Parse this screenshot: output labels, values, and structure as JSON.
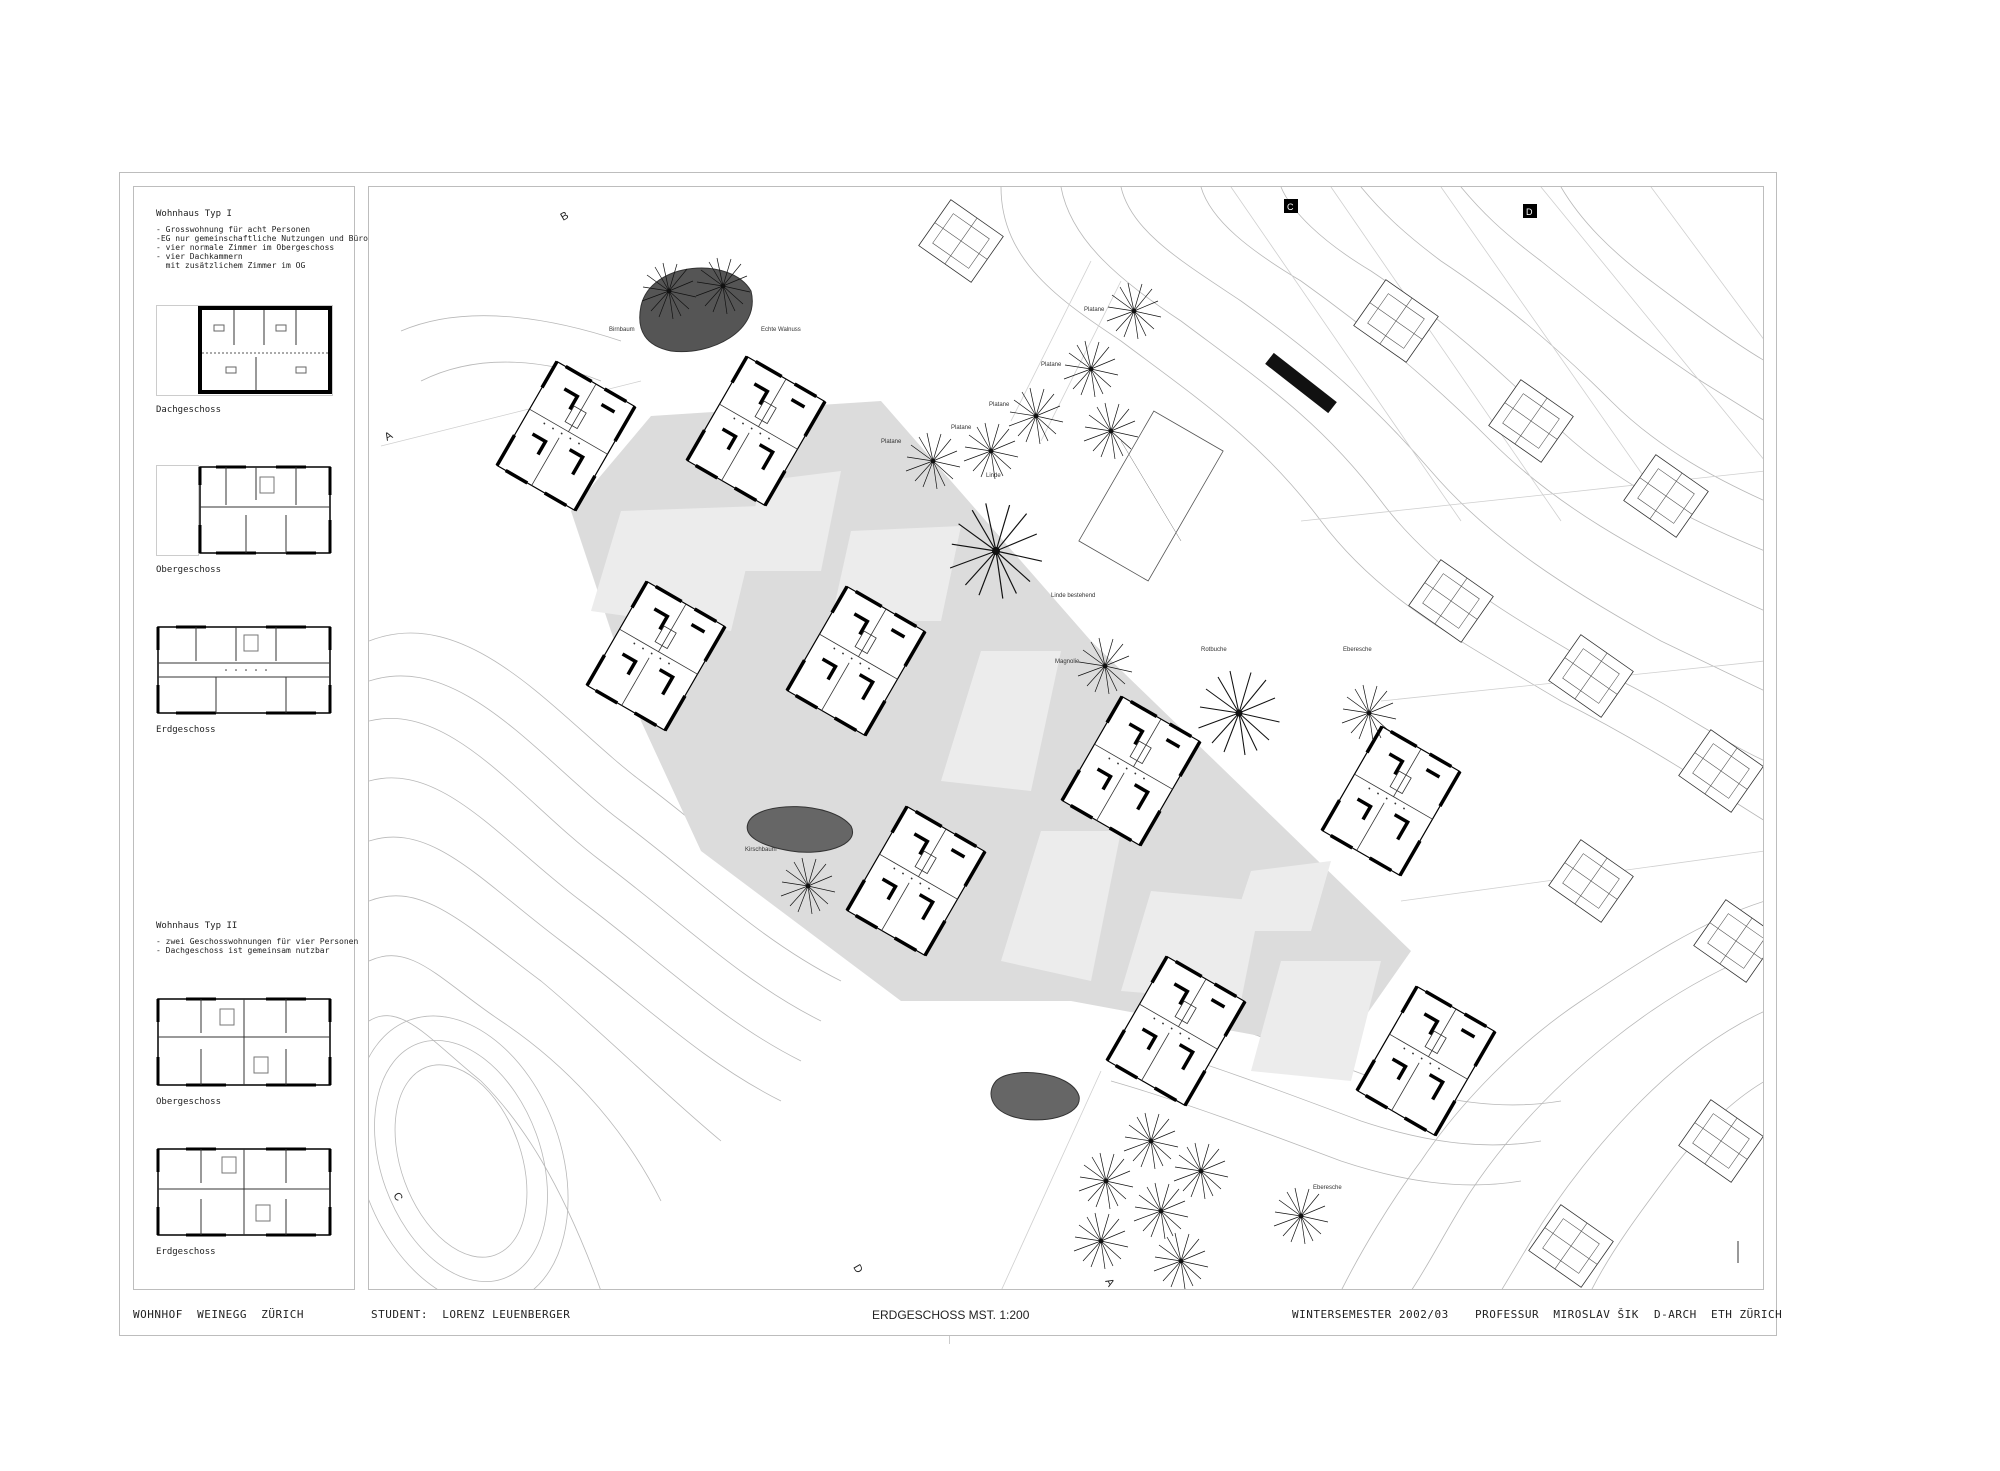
{
  "left_panel": {
    "type1": {
      "heading": "Wohnhaus Typ I",
      "bullets": [
        "- Grosswohnung für acht Personen",
        "-EG nur gemeinschaftliche Nutzungen und Büros",
        "- vier normale Zimmer im Obergeschoss",
        "- vier Dachkammern",
        "  mit zusätzlichem Zimmer im OG"
      ],
      "floors": [
        "Dachgeschoss",
        "Obergeschoss",
        "Erdgeschoss"
      ]
    },
    "type2": {
      "heading": "Wohnhaus Typ II",
      "bullets": [
        "- zwei Geschosswohnungen für vier Personen",
        "- Dachgeschoss ist gemeinsam nutzbar"
      ],
      "floors": [
        "Obergeschoss",
        "Erdgeschoss"
      ]
    }
  },
  "plan": {
    "section_markers": [
      "A",
      "B",
      "C",
      "D",
      "A"
    ],
    "tree_labels": [
      "Birnbaum",
      "Echte Walnuss",
      "Platane",
      "Platane",
      "Platane",
      "Platane",
      "Platane",
      "Linde",
      "Linde bestehend",
      "Magnolie",
      "Rotbuche",
      "Eberesche",
      "Kirschbaum",
      "Eberesche"
    ],
    "north_markers": [
      "C",
      "D"
    ]
  },
  "footer": {
    "project": "WOHNHOF  WEINEGG  ZÜRICH",
    "student": "STUDENT:  LORENZ LEUENBERGER",
    "drawing": "ERDGESCHOSS MST. 1:200",
    "semester": "WINTERSEMESTER 2002/03",
    "professor": "PROFESSUR  MIROSLAV ŠIK",
    "department": "D-ARCH  ETH ZÜRICH"
  }
}
